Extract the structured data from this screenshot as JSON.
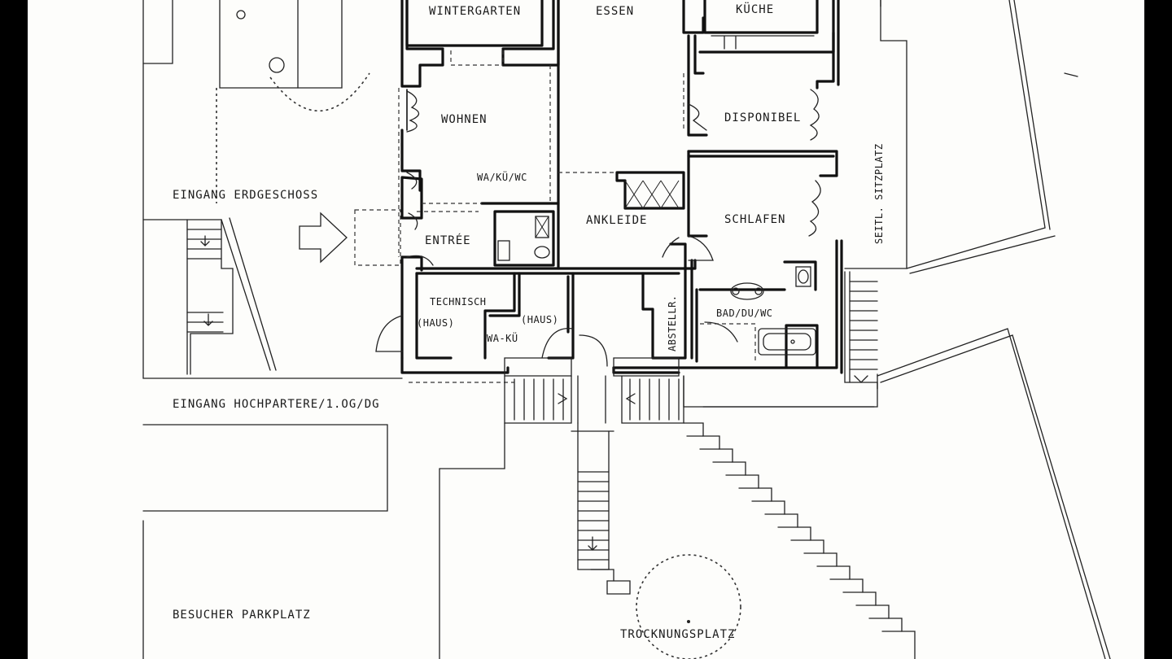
{
  "plan": {
    "rooms": {
      "wintergarten": "WINTERGARTEN",
      "essen": "ESSEN",
      "kueche": "KÜCHE",
      "wohnen": "WOHNEN",
      "disponibel": "DISPONIBEL",
      "wa_kue_wc": "WA/KÜ/WC",
      "ankleide": "ANKLEIDE",
      "schlafen": "SCHLAFEN",
      "entree": "ENTRÉE",
      "technisch": "TECHNISCH",
      "technisch_sub": "(HAUS)",
      "wa_kue_haus_sub": "(HAUS)",
      "wa_kue": "WA-KÜ",
      "abstell": "ABSTELLR.",
      "bad": "BAD/DU/WC"
    },
    "areas": {
      "eingang_erdgeschoss": "EINGANG ERDGESCHOSS",
      "eingang_hochpartere": "EINGANG HOCHPARTERE/1.OG/DG",
      "besucher_parkplatz": "BESUCHER PARKPLATZ",
      "trocknungsplatz": "TROCKNUNGSPLATZ",
      "sitzplatz": "SEITL. SITZPLATZ"
    }
  }
}
